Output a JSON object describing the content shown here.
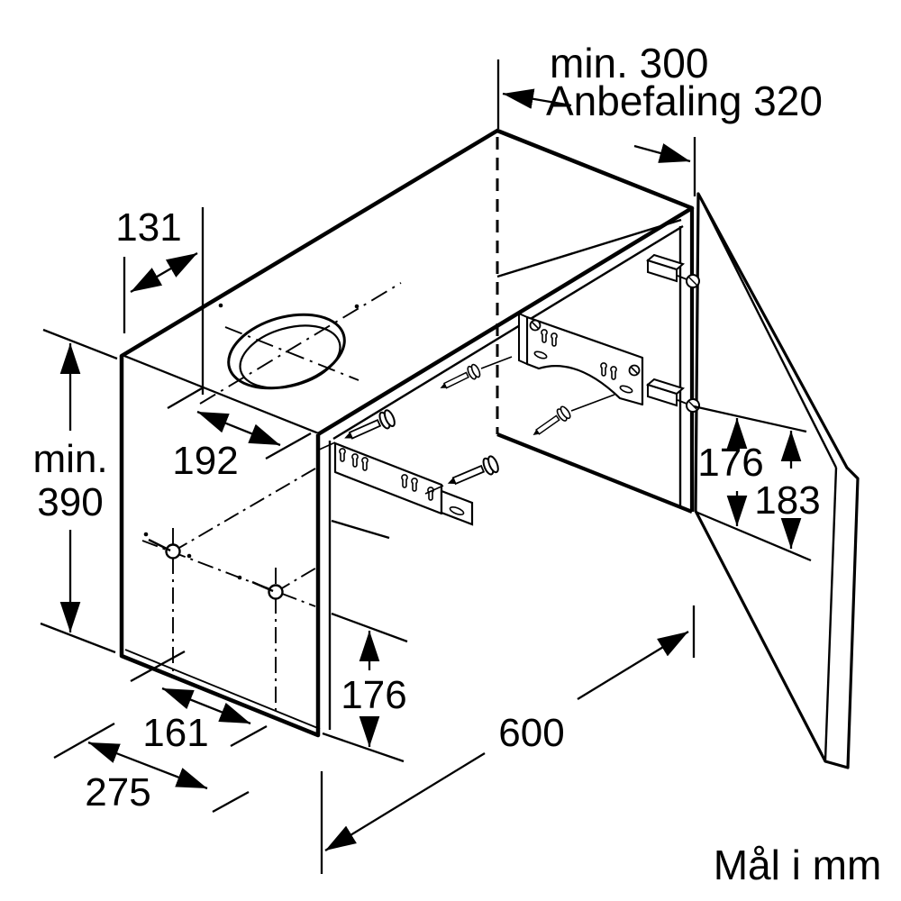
{
  "drawing": {
    "note": "Mål i mm",
    "dims": {
      "clearance_min": "min. 300",
      "clearance_recommended": "Anbefaling 320",
      "d131": "131",
      "d192": "192",
      "height_word": "min.",
      "height_value": "390",
      "d176_right": "176",
      "d183": "183",
      "d176_bottom": "176",
      "d161": "161",
      "d275": "275",
      "d600": "600"
    },
    "colors": {
      "line": "#000000",
      "background": "#ffffff"
    }
  }
}
